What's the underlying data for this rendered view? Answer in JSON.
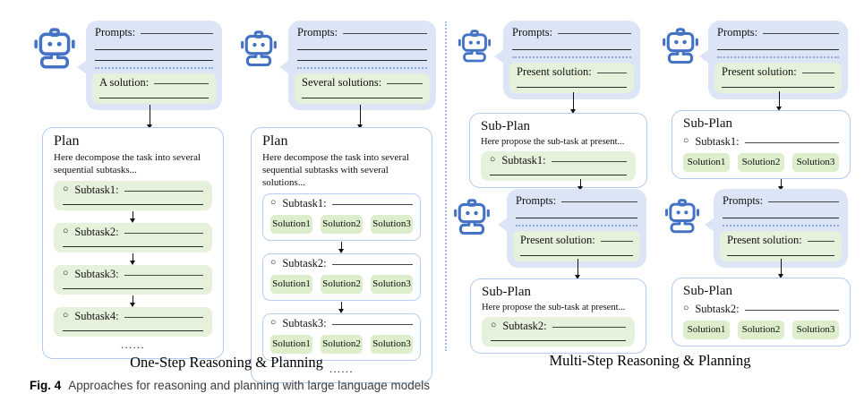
{
  "glyphs": {
    "bullet": "○",
    "ellipsis": "......"
  },
  "colors": {
    "robot_blue": "#4472c4",
    "bubble_fill": "#dce5f6",
    "green_fill": "#e6f1db",
    "solution_fill": "#ddeecd",
    "panel_border": "#b3cbf0",
    "dotted_blue": "#8fa9d9"
  },
  "caption": {
    "label": "Fig. 4",
    "text": "Approaches for reasoning and planning with large language models"
  },
  "one_step": {
    "section_label": "One-Step Reasoning & Planning",
    "single": {
      "bubble": {
        "prompts": "Prompts:",
        "result": "A solution:"
      },
      "plan": {
        "title": "Plan",
        "desc": "Here decompose the task into several sequential subtasks...",
        "subtasks": [
          {
            "label": "Subtask1:"
          },
          {
            "label": "Subtask2:"
          },
          {
            "label": "Subtask3:"
          },
          {
            "label": "Subtask4:"
          }
        ]
      }
    },
    "multi_solution": {
      "bubble": {
        "prompts": "Prompts:",
        "result": "Several solutions:"
      },
      "plan": {
        "title": "Plan",
        "desc": "Here decompose the task into several sequential subtasks with several solutions...",
        "subtasks": [
          {
            "label": "Subtask1:"
          },
          {
            "label": "Subtask2:"
          },
          {
            "label": "Subtask3:"
          }
        ],
        "solutions": [
          "Solution1",
          "Solution2",
          "Solution3"
        ]
      }
    }
  },
  "multi_step": {
    "section_label": "Multi-Step Reasoning & Planning",
    "single": {
      "steps": [
        {
          "bubble": {
            "prompts": "Prompts:",
            "result": "Present solution:"
          },
          "subplan": {
            "title": "Sub-Plan",
            "desc": "Here propose the sub-task at present...",
            "subtask": "Subtask1:"
          }
        },
        {
          "bubble": {
            "prompts": "Prompts:",
            "result": "Present solution:"
          },
          "subplan": {
            "title": "Sub-Plan",
            "desc": "Here propose the sub-task at present...",
            "subtask": "Subtask2:"
          }
        }
      ]
    },
    "multi_solution": {
      "steps": [
        {
          "bubble": {
            "prompts": "Prompts:",
            "result": "Present solution:"
          },
          "subplan": {
            "title": "Sub-Plan",
            "subtask": "Subtask1:",
            "solutions": [
              "Solution1",
              "Solution2",
              "Solution3"
            ]
          }
        },
        {
          "bubble": {
            "prompts": "Prompts:",
            "result": "Present solution:"
          },
          "subplan": {
            "title": "Sub-Plan",
            "subtask": "Subtask2:",
            "solutions": [
              "Solution1",
              "Solution2",
              "Solution3"
            ]
          }
        }
      ]
    }
  }
}
